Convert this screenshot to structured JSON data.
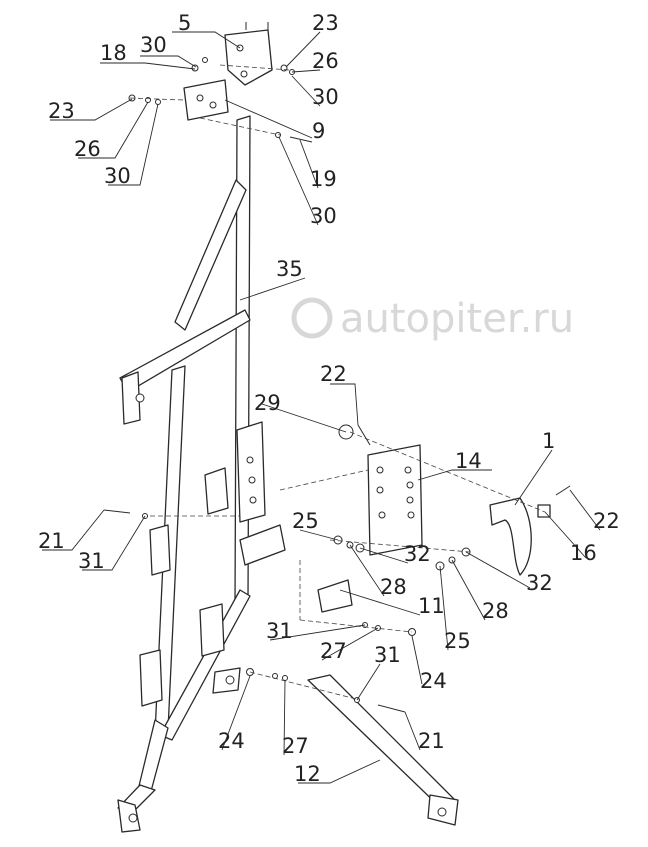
{
  "watermark": "autopiter.ru",
  "labels": [
    "5",
    "30",
    "18",
    "23",
    "26",
    "30",
    "23",
    "26",
    "30",
    "9",
    "19",
    "30",
    "35",
    "22",
    "29",
    "14",
    "1",
    "22",
    "16",
    "21",
    "31",
    "25",
    "32",
    "28",
    "32",
    "11",
    "28",
    "25",
    "31",
    "27",
    "24",
    "31",
    "24",
    "27",
    "21",
    "12"
  ]
}
